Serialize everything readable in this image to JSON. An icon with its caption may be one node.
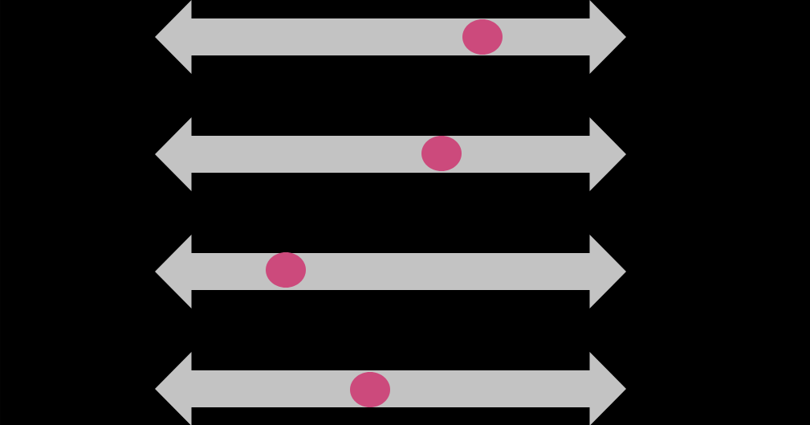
{
  "diagram": {
    "nodes": [
      {
        "text": [],
        "shape": "arrow"
      },
      {
        "text": [],
        "shape": "circle",
        "in": 0
      },
      {
        "text": [],
        "shape": "arrow"
      },
      {
        "text": [],
        "shape": "circle",
        "in": 2
      },
      {
        "text": [],
        "shape": "arrow"
      },
      {
        "text": [],
        "shape": "circle",
        "in": 4
      },
      {
        "text": [],
        "shape": "arrow"
      },
      {
        "text": [],
        "shape": "circle",
        "in": 6
      }
    ]
  }
}
